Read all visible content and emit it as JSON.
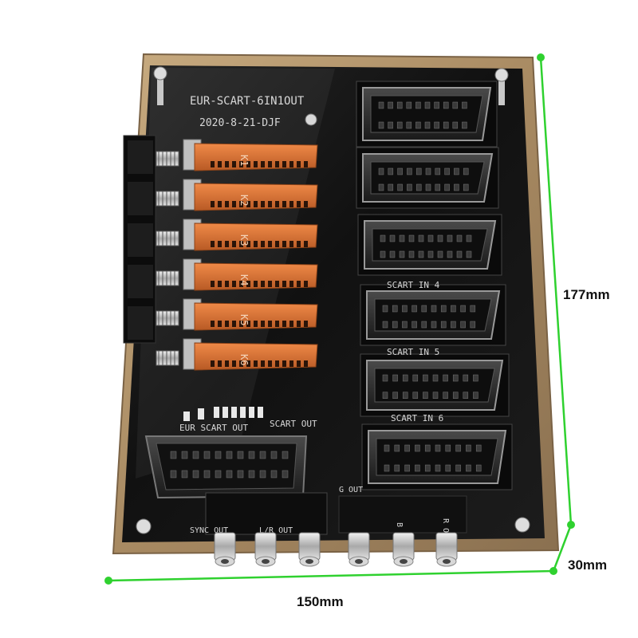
{
  "board": {
    "model": "EUR-SCART-6IN1OUT",
    "date": "2020-8-21-DJF",
    "switch_labels": [
      "K1",
      "K2",
      "K3",
      "K4",
      "K5",
      "K6"
    ],
    "input_labels": [
      "SCART IN 4",
      "SCART IN 5",
      "SCART IN 6"
    ],
    "output_labels": [
      "EUR SCART OUT",
      "SCART OUT"
    ],
    "signal_labels": [
      "SYNC OUT",
      "L/R OUT",
      "G OUT",
      "B OUT",
      "R OUT"
    ]
  },
  "dimensions": {
    "height": "177mm",
    "width": "150mm",
    "depth": "30mm",
    "line_color": "#2fd12f"
  },
  "colors": {
    "pcb": "#151515",
    "acrylic_edge": "#b89a70",
    "switch_orange": "#d9773a",
    "connector": "#2a2a2a",
    "brass_pin": "#c9a96a"
  }
}
